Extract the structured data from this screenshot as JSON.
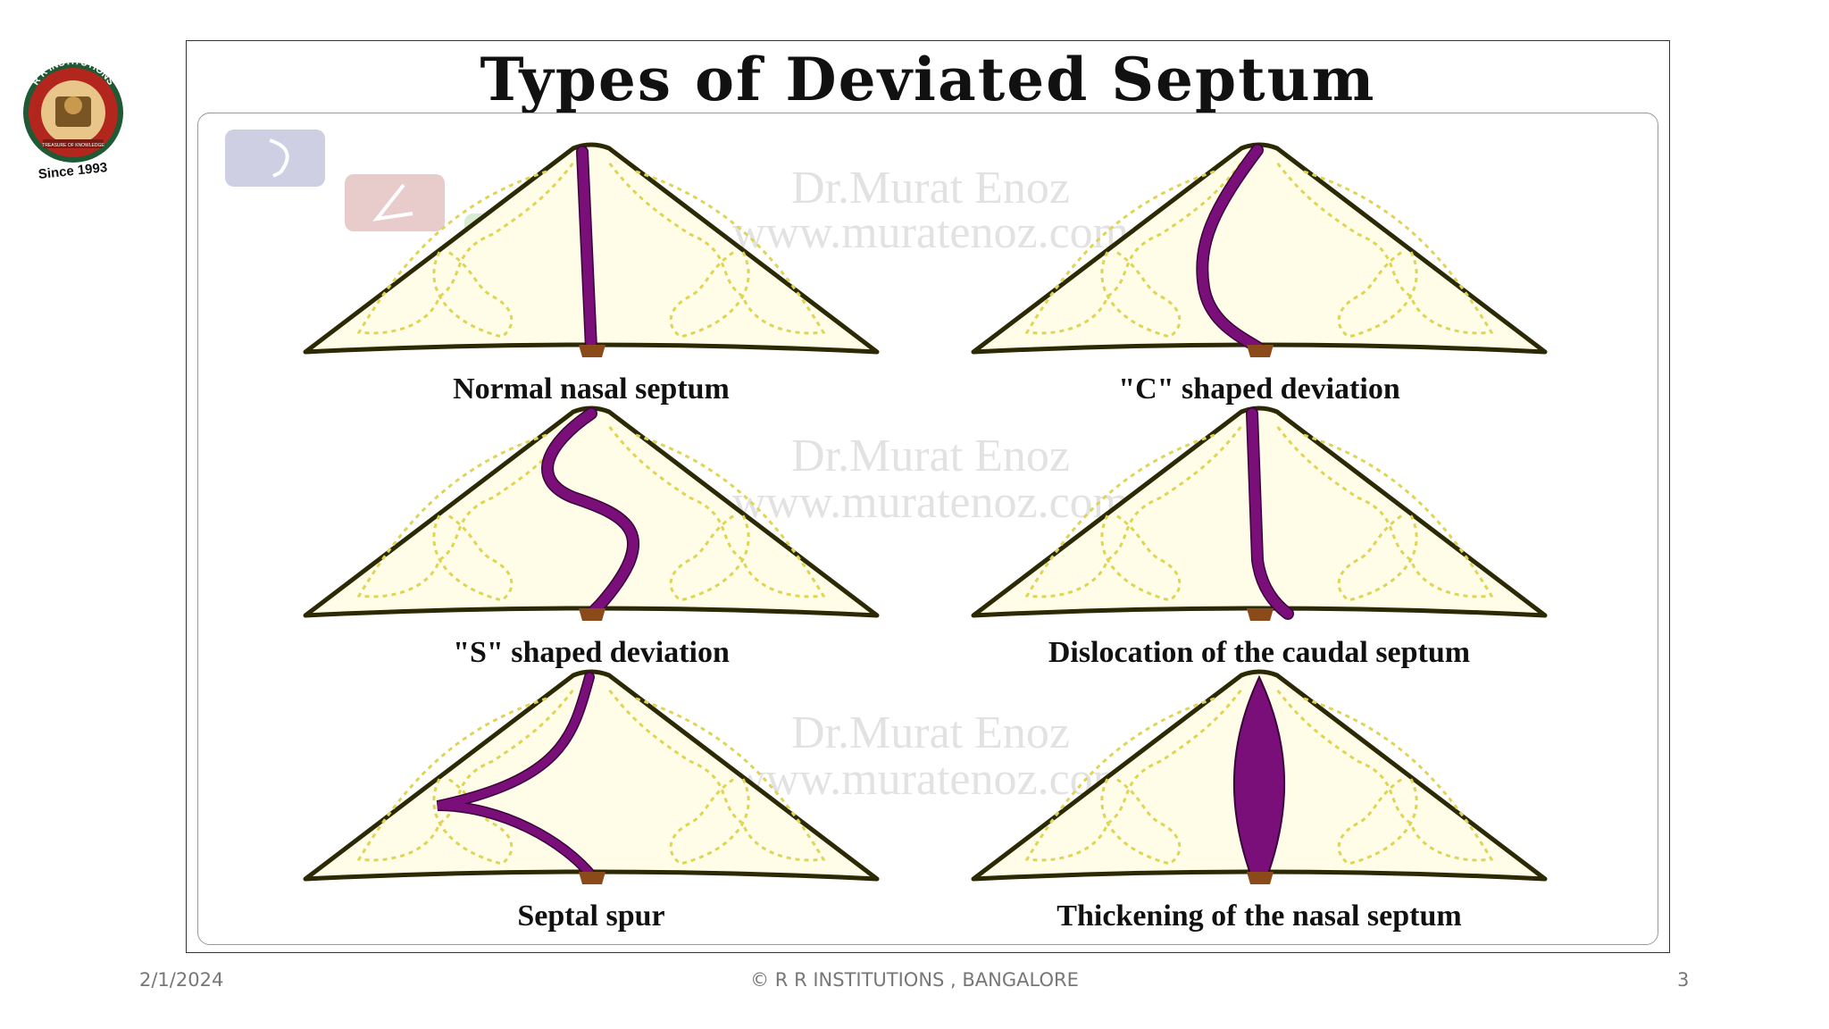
{
  "slide": {
    "title": "Types of Deviated Septum",
    "logo": {
      "arc_text": "R R INSTITUTIONS",
      "motto": "TREASURE OF KNOWLEDGE",
      "since": "Since 1993"
    },
    "watermarks": [
      {
        "line1": "Dr.Murat Enoz",
        "line2": "www.muratenoz.com"
      },
      {
        "line1": "Dr.Murat Enoz",
        "line2": "www.muratenoz.com"
      },
      {
        "line1": "Dr.Murat Enoz",
        "line2": "www.muratenoz.com"
      }
    ],
    "panels": [
      {
        "caption": "Normal nasal septum",
        "septum": "straight"
      },
      {
        "caption": "\"C\" shaped deviation",
        "septum": "c-curve"
      },
      {
        "caption": "\"S\" shaped deviation",
        "septum": "s-curve"
      },
      {
        "caption": "Dislocation of the caudal septum",
        "septum": "caudal-dislocation"
      },
      {
        "caption": "Septal spur",
        "septum": "spur"
      },
      {
        "caption": "Thickening of the nasal septum",
        "septum": "thickened"
      }
    ],
    "colors": {
      "septum": "#7a0f7a",
      "nose_fill": "#fffde8",
      "nose_outline": "#2b2a05",
      "turbinate_dots": "#e0d455",
      "base": "#8a4a1a"
    }
  },
  "footer": {
    "date": "2/1/2024",
    "copyright": "© R R INSTITUTIONS , BANGALORE",
    "page": "3"
  }
}
